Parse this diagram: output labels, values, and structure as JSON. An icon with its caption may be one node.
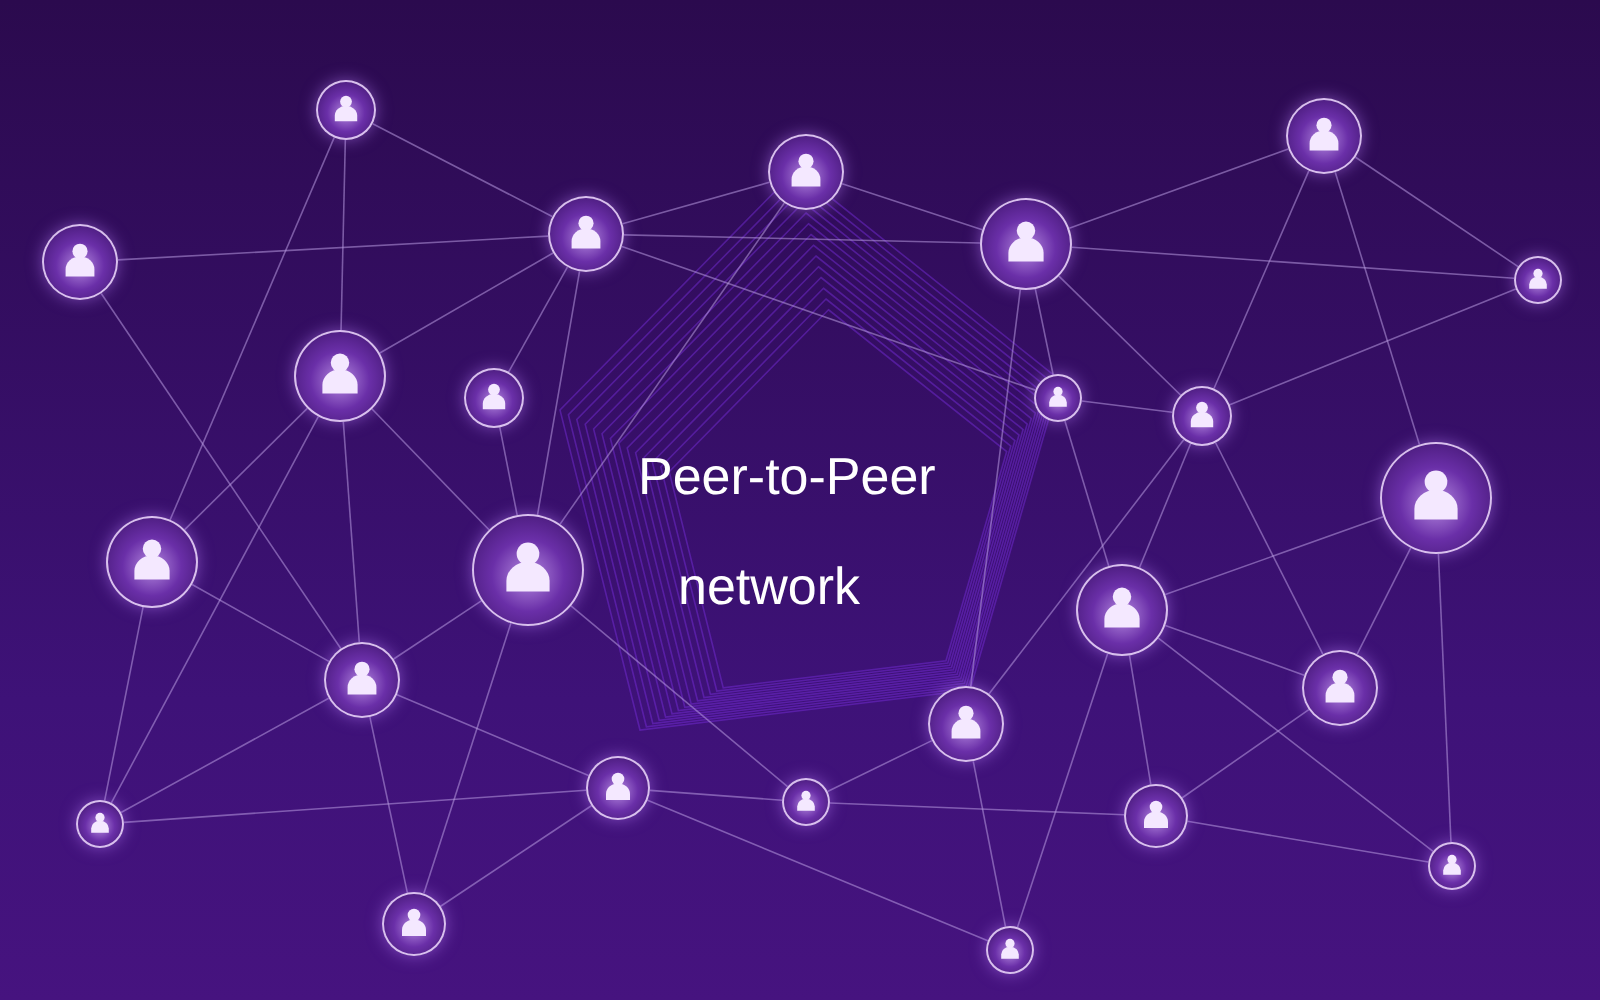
{
  "diagram": {
    "nodes": [
      {
        "text": [],
        "shape": "person"
      },
      {
        "text": [],
        "shape": "person"
      },
      {
        "text": [],
        "shape": "person"
      },
      {
        "text": [],
        "shape": "person"
      },
      {
        "text": [],
        "shape": "person"
      },
      {
        "text": [],
        "shape": "person"
      },
      {
        "text": [],
        "shape": "person"
      },
      {
        "text": [],
        "shape": "person"
      },
      {
        "text": [],
        "shape": "person"
      },
      {
        "text": [],
        "shape": "person"
      },
      {
        "text": [],
        "shape": "person"
      },
      {
        "text": [],
        "shape": "person"
      },
      {
        "text": [],
        "shape": "person"
      },
      {
        "text": [],
        "shape": "person"
      },
      {
        "text": [],
        "shape": "person"
      },
      {
        "text": [],
        "shape": "person"
      },
      {
        "text": [],
        "shape": "person"
      },
      {
        "text": [],
        "shape": "person"
      },
      {
        "text": [],
        "shape": "person"
      },
      {
        "text": [],
        "shape": "person"
      },
      {
        "text": [],
        "shape": "person"
      },
      {
        "text": [],
        "shape": "person"
      },
      {
        "text": [],
        "shape": "person"
      },
      {
        "text": [],
        "shape": "person"
      },
      {
        "text": [],
        "shape": "person"
      }
    ],
    "edges": [
      {
        "from": 0,
        "to": 2,
        "arrow": "none"
      },
      {
        "from": 0,
        "to": 7,
        "arrow": "none"
      },
      {
        "from": 0,
        "to": 12,
        "arrow": "none"
      },
      {
        "from": 1,
        "to": 2,
        "arrow": "none"
      },
      {
        "from": 1,
        "to": 15,
        "arrow": "none"
      },
      {
        "from": 7,
        "to": 2,
        "arrow": "none"
      },
      {
        "from": 7,
        "to": 12,
        "arrow": "none"
      },
      {
        "from": 7,
        "to": 18,
        "arrow": "none"
      },
      {
        "from": 7,
        "to": 13,
        "arrow": "none"
      },
      {
        "from": 7,
        "to": 15,
        "arrow": "none"
      },
      {
        "from": 2,
        "to": 8,
        "arrow": "none"
      },
      {
        "from": 2,
        "to": 13,
        "arrow": "none"
      },
      {
        "from": 2,
        "to": 9,
        "arrow": "none"
      },
      {
        "from": 2,
        "to": 3,
        "arrow": "none"
      },
      {
        "from": 2,
        "to": 4,
        "arrow": "none"
      },
      {
        "from": 3,
        "to": 4,
        "arrow": "none"
      },
      {
        "from": 3,
        "to": 13,
        "arrow": "none"
      },
      {
        "from": 4,
        "to": 5,
        "arrow": "none"
      },
      {
        "from": 4,
        "to": 6,
        "arrow": "none"
      },
      {
        "from": 4,
        "to": 10,
        "arrow": "none"
      },
      {
        "from": 4,
        "to": 9,
        "arrow": "none"
      },
      {
        "from": 9,
        "to": 14,
        "arrow": "none"
      },
      {
        "from": 4,
        "to": 17,
        "arrow": "none"
      },
      {
        "from": 5,
        "to": 6,
        "arrow": "none"
      },
      {
        "from": 5,
        "to": 10,
        "arrow": "none"
      },
      {
        "from": 5,
        "to": 11,
        "arrow": "none"
      },
      {
        "from": 6,
        "to": 10,
        "arrow": "none"
      },
      {
        "from": 9,
        "to": 10,
        "arrow": "none"
      },
      {
        "from": 10,
        "to": 14,
        "arrow": "none"
      },
      {
        "from": 10,
        "to": 17,
        "arrow": "none"
      },
      {
        "from": 10,
        "to": 16,
        "arrow": "none"
      },
      {
        "from": 11,
        "to": 14,
        "arrow": "none"
      },
      {
        "from": 11,
        "to": 16,
        "arrow": "none"
      },
      {
        "from": 11,
        "to": 22,
        "arrow": "none"
      },
      {
        "from": 14,
        "to": 16,
        "arrow": "none"
      },
      {
        "from": 14,
        "to": 21,
        "arrow": "none"
      },
      {
        "from": 14,
        "to": 22,
        "arrow": "none"
      },
      {
        "from": 14,
        "to": 24,
        "arrow": "none"
      },
      {
        "from": 12,
        "to": 15,
        "arrow": "none"
      },
      {
        "from": 12,
        "to": 18,
        "arrow": "none"
      },
      {
        "from": 13,
        "to": 15,
        "arrow": "none"
      },
      {
        "from": 13,
        "to": 23,
        "arrow": "none"
      },
      {
        "from": 13,
        "to": 20,
        "arrow": "none"
      },
      {
        "from": 8,
        "to": 13,
        "arrow": "none"
      },
      {
        "from": 15,
        "to": 18,
        "arrow": "none"
      },
      {
        "from": 15,
        "to": 19,
        "arrow": "none"
      },
      {
        "from": 15,
        "to": 23,
        "arrow": "none"
      },
      {
        "from": 18,
        "to": 19,
        "arrow": "none"
      },
      {
        "from": 23,
        "to": 19,
        "arrow": "none"
      },
      {
        "from": 19,
        "to": 20,
        "arrow": "none"
      },
      {
        "from": 19,
        "to": 24,
        "arrow": "none"
      },
      {
        "from": 20,
        "to": 17,
        "arrow": "none"
      },
      {
        "from": 20,
        "to": 21,
        "arrow": "none"
      },
      {
        "from": 17,
        "to": 24,
        "arrow": "none"
      },
      {
        "from": 21,
        "to": 16,
        "arrow": "none"
      },
      {
        "from": 21,
        "to": 22,
        "arrow": "none"
      }
    ],
    "labels": [
      "Peer-to-Peer",
      "network"
    ]
  }
}
